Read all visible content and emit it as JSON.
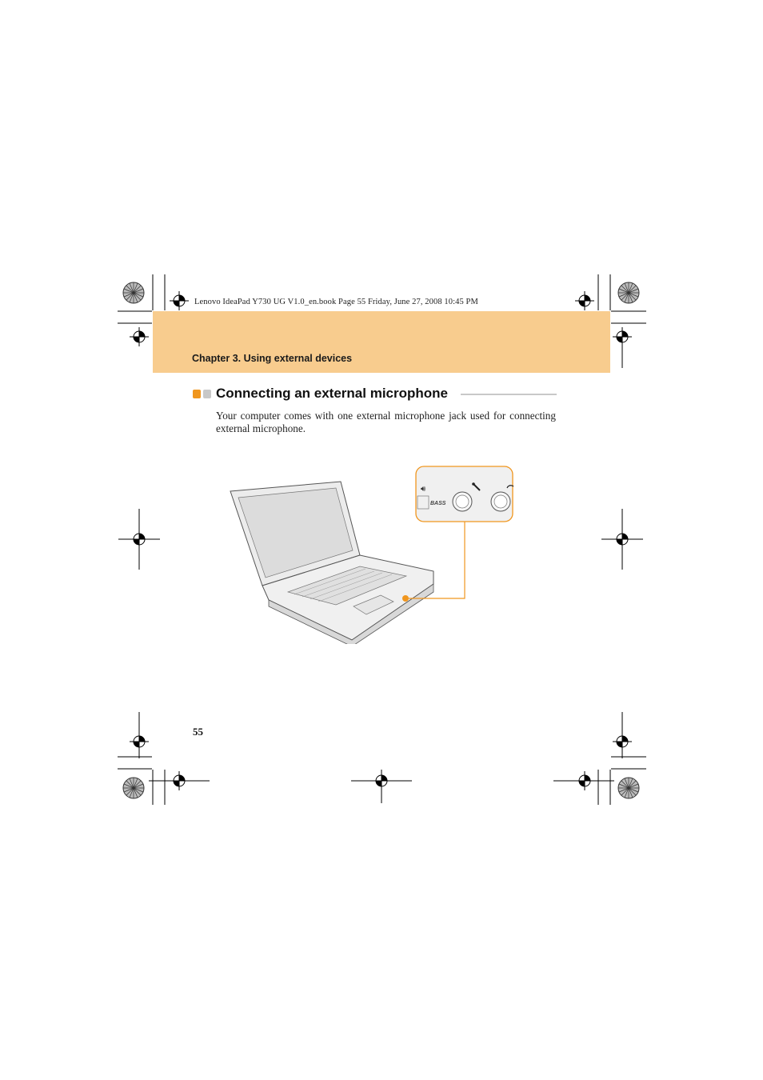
{
  "print_meta": "Lenovo IdeaPad Y730 UG V1.0_en.book  Page 55  Friday, June 27, 2008  10:45 PM",
  "header": {
    "chapter_title": "Chapter 3. Using external devices"
  },
  "section": {
    "title": "Connecting an external microphone",
    "body": "Your computer comes with one external microphone jack used for connecting external microphone."
  },
  "illustration": {
    "callout_label": "BASS",
    "accent_color": "#f0961e",
    "icons": [
      "speaker-icon",
      "microphone-icon",
      "headphone-icon"
    ]
  },
  "footer": {
    "page_number": "55"
  },
  "colors": {
    "header_band": "#f8cc8e",
    "accent": "#f0961e",
    "rule": "#c8c8c8"
  }
}
